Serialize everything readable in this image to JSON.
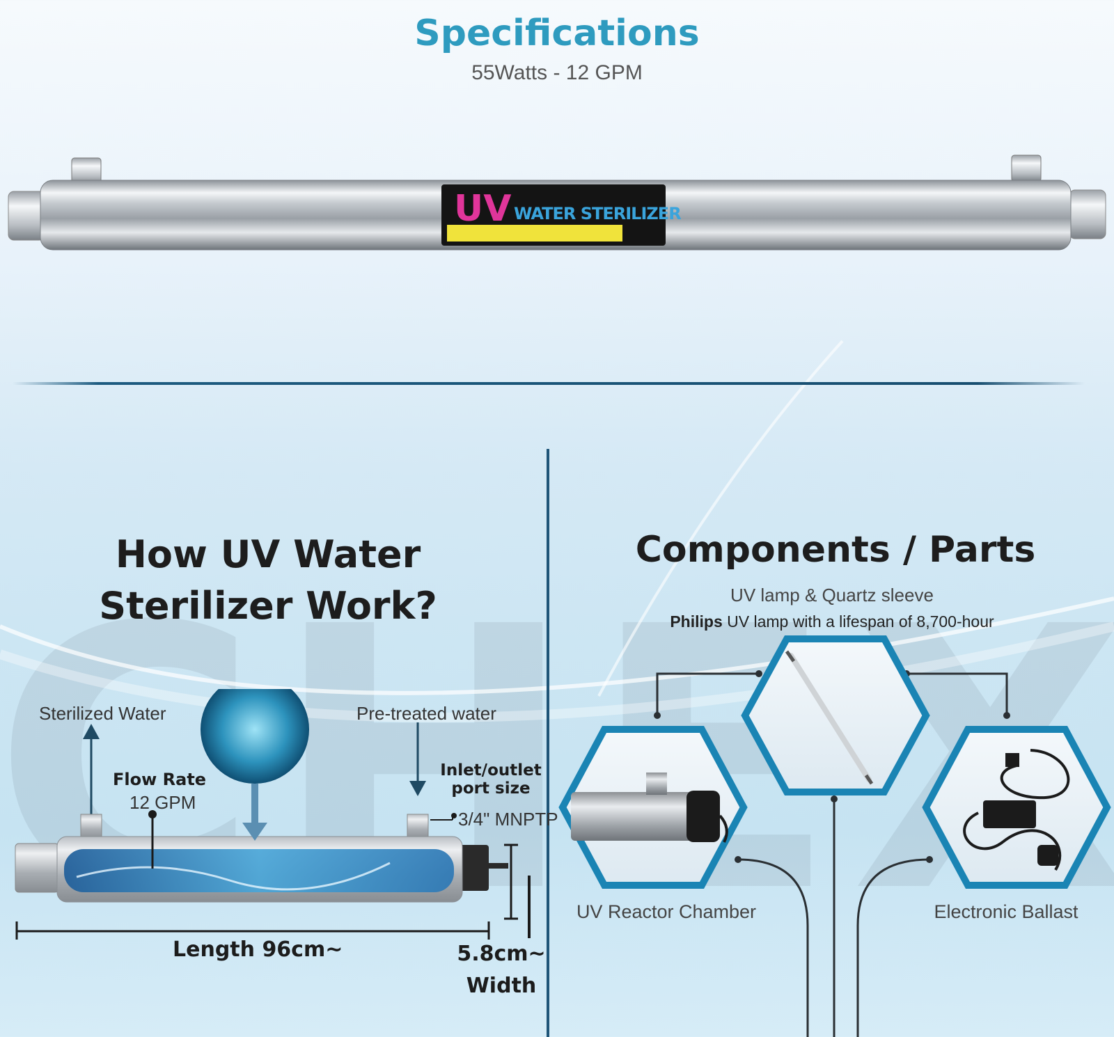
{
  "header": {
    "title": "Specifications",
    "subtitle": "55Watts - 12 GPM"
  },
  "product": {
    "badge_big": "UV",
    "badge_text": "WATER STERILIZER"
  },
  "watermark": "CHEX",
  "how": {
    "title_line1": "How UV Water",
    "title_line2": "Sterilizer Work?",
    "sterilized_label": "Sterilized Water",
    "pretreated_label": "Pre-treated water",
    "flow_rate_label": "Flow Rate",
    "flow_rate_value": "12 GPM",
    "port_label_line1": "Inlet/outlet",
    "port_label_line2": "port size",
    "port_value": "3/4\" MNPTP",
    "length_label": "Length 96cm~",
    "width_label_line1": "5.8cm~",
    "width_label_line2": "Width"
  },
  "components": {
    "title": "Components / Parts",
    "lamp_label": "UV lamp & Quartz sleeve",
    "lamp_brand": "Philips",
    "lamp_desc": "UV lamp with a lifespan of 8,700-hour",
    "reactor_label": "UV Reactor Chamber",
    "ballast_label": "Electronic Ballast"
  }
}
